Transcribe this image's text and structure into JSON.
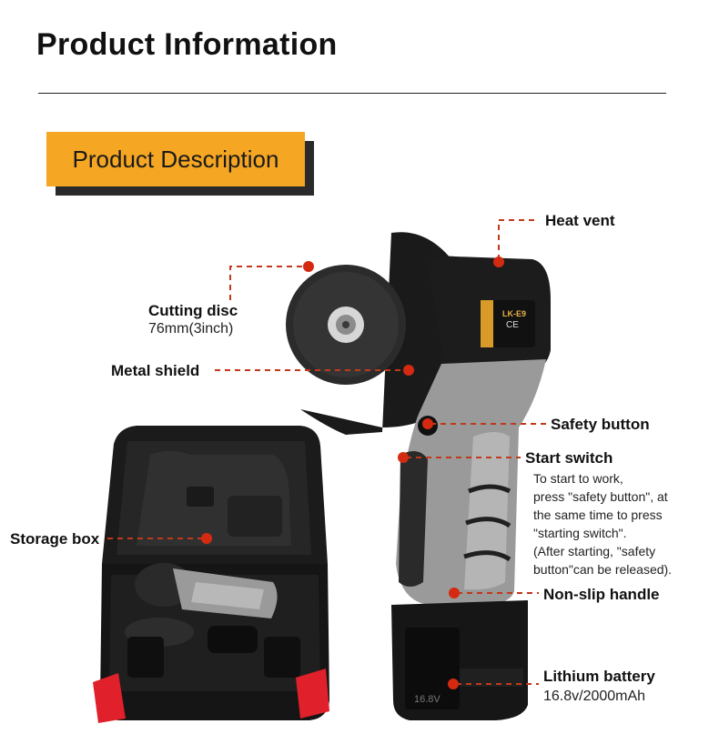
{
  "header": {
    "title": "Product Information",
    "section_badge": "Product Description"
  },
  "callouts": {
    "heat_vent": "Heat vent",
    "cutting_disc": "Cutting disc",
    "cutting_disc_size": "76mm(3inch)",
    "metal_shield": "Metal shield",
    "safety_button": "Safety button",
    "start_switch": "Start switch",
    "start_switch_note": "To start to work,\npress \"safety button\", at\nthe same time to press\n\"starting switch\".\n (After starting, \"safety\nbutton\"can be released).",
    "storage_box": "Storage box",
    "non_slip_handle": "Non-slip handle",
    "lithium_battery": "Lithium battery",
    "battery_spec": "16.8v/2000mAh"
  },
  "product_markings": {
    "battery_voltage": "16.8V",
    "brand_label": "LK-E9"
  },
  "colors": {
    "accent_badge": "#f5a623",
    "callout_line": "#c0391b",
    "callout_dot": "#d42a12",
    "tool_body_gray": "#9a9a9a",
    "tool_black": "#1c1c1c",
    "case_red_latch": "#e0202a"
  },
  "icons": [
    "ce-mark-icon"
  ]
}
